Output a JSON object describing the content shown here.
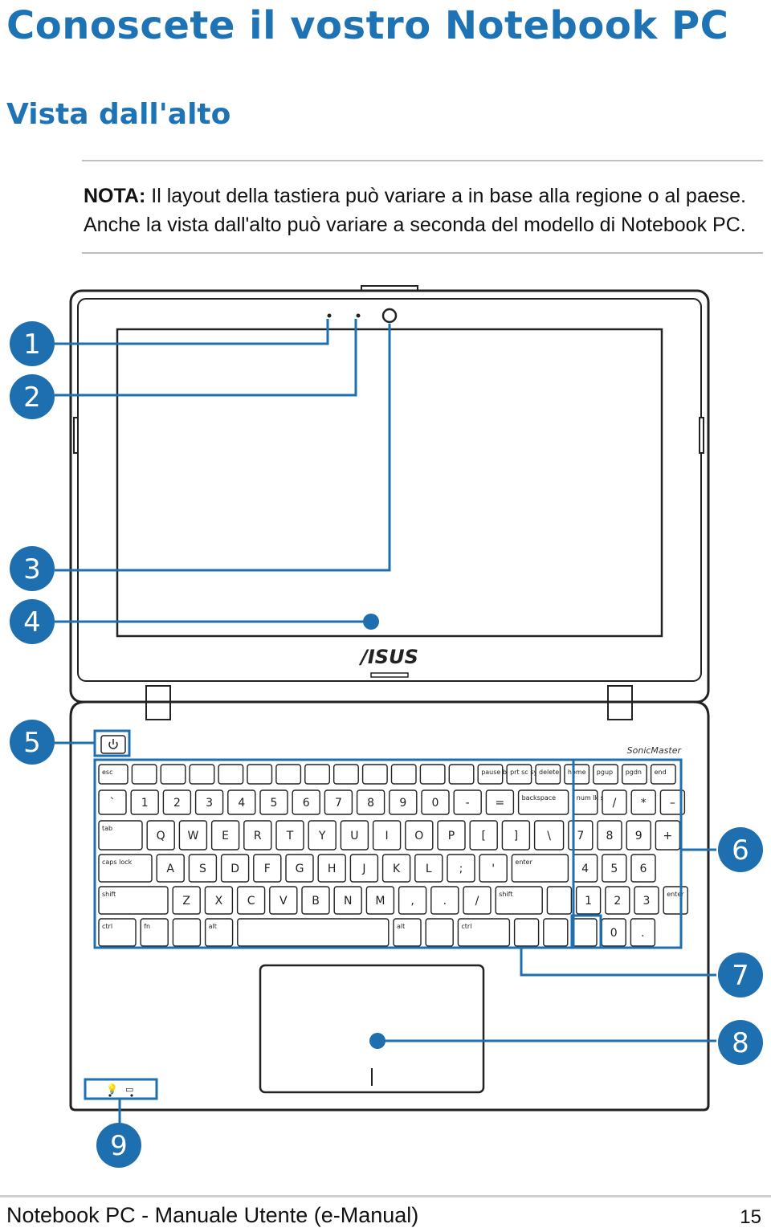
{
  "header": {
    "title": "Conoscete il vostro Notebook PC",
    "subtitle": "Vista dall'alto"
  },
  "note": {
    "label": "NOTA:",
    "line1": "Il layout della tastiera può variare a in base alla regione o al paese.",
    "line2": "Anche la vista dall'alto può variare a seconda del modello di Notebook PC."
  },
  "diagram": {
    "brand_logo": "/ISUS",
    "audio_logo": "SonicMaster",
    "callouts": [
      "1",
      "2",
      "3",
      "4",
      "5",
      "6",
      "7",
      "8",
      "9"
    ],
    "accent_color": "#1e6fb0",
    "keyboard": {
      "row_fn": [
        "esc",
        "",
        "",
        "",
        "",
        "",
        "",
        "",
        "",
        "",
        "",
        "",
        "",
        "pause break",
        "prt sc sysrq",
        "delete",
        "home",
        "pgup",
        "pgdn",
        "end"
      ],
      "row_num": [
        "`",
        "1",
        "2",
        "3",
        "4",
        "5",
        "6",
        "7",
        "8",
        "9",
        "0",
        "-",
        "=",
        "backspace",
        "num lk scr lk",
        "/",
        "*",
        "–"
      ],
      "row_q": [
        "tab",
        "Q",
        "W",
        "E",
        "R",
        "T",
        "Y",
        "U",
        "I",
        "O",
        "P",
        "[",
        "]",
        "\\",
        "7",
        "8",
        "9",
        "+"
      ],
      "row_a": [
        "caps lock",
        "A",
        "S",
        "D",
        "F",
        "G",
        "H",
        "J",
        "K",
        "L",
        ";",
        "'",
        "enter",
        "4",
        "5",
        "6"
      ],
      "row_z": [
        "shift",
        "Z",
        "X",
        "C",
        "V",
        "B",
        "N",
        "M",
        ",",
        ".",
        "/",
        "shift",
        "",
        "1",
        "2",
        "3",
        "enter"
      ],
      "row_ctrl": [
        "ctrl",
        "fn",
        "",
        "alt",
        "",
        "alt",
        "",
        "ctrl",
        "",
        "",
        "",
        "0",
        "."
      ]
    }
  },
  "footer": {
    "left": "Notebook PC - Manuale Utente (e-Manual)",
    "page": "15"
  }
}
